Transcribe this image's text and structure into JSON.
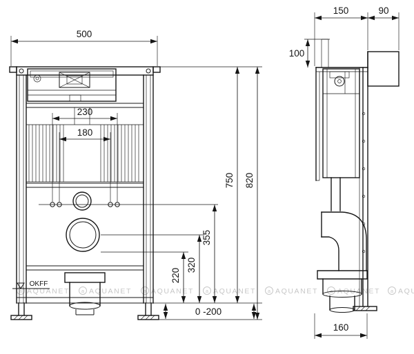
{
  "front_view": {
    "width_total": "500",
    "mount_spacing": "230",
    "inner_width": "180",
    "height_frame": "750",
    "height_total": "820",
    "height_connect_top": "355",
    "height_drain": "320",
    "height_outlet": "220",
    "foot_adjustment": "0 -200",
    "floor_label": "OKFF"
  },
  "side_view": {
    "depth": "150",
    "wall_offset": "90",
    "top_offset": "100",
    "outlet_depth": "160"
  },
  "watermark": {
    "logo_letter": "a",
    "text": "AQUANET"
  }
}
